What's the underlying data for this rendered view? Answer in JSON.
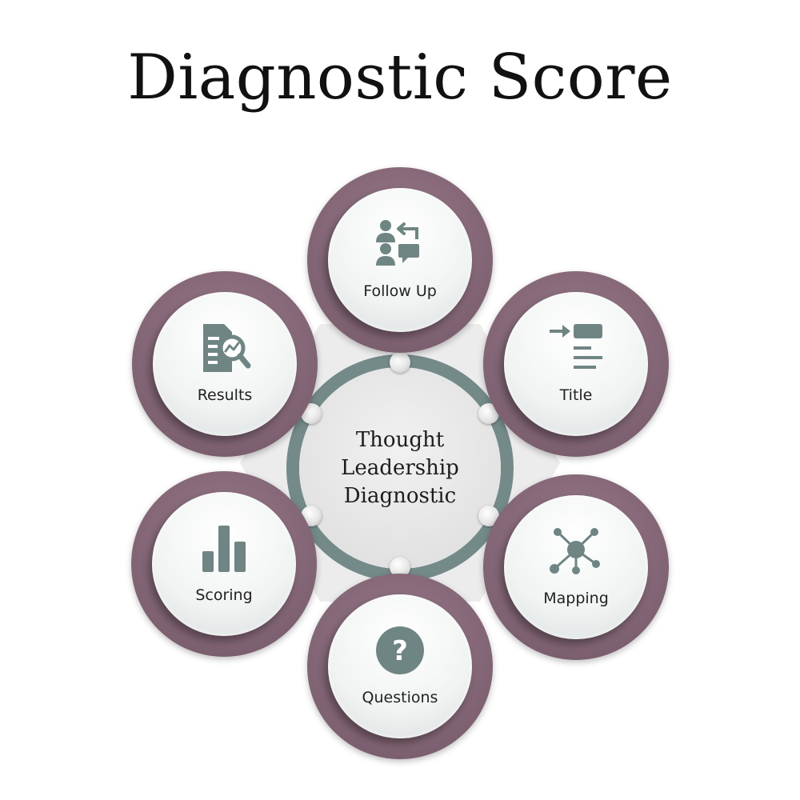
{
  "title": "Diagnostic Score",
  "center": {
    "lines": [
      "Thought",
      "Leadership",
      "Diagnostic"
    ]
  },
  "colors": {
    "ring": "#748a89",
    "node_outer": "#8a6e7e",
    "icon": "#6f8584",
    "hexagon": "#ececec"
  },
  "nodes": [
    {
      "label": "Follow Up",
      "icon": "people-exchange-icon"
    },
    {
      "label": "Title",
      "icon": "title-list-icon"
    },
    {
      "label": "Mapping",
      "icon": "network-hub-icon"
    },
    {
      "label": "Questions",
      "icon": "question-circle-icon"
    },
    {
      "label": "Scoring",
      "icon": "bar-chart-icon"
    },
    {
      "label": "Results",
      "icon": "document-analysis-icon"
    }
  ]
}
